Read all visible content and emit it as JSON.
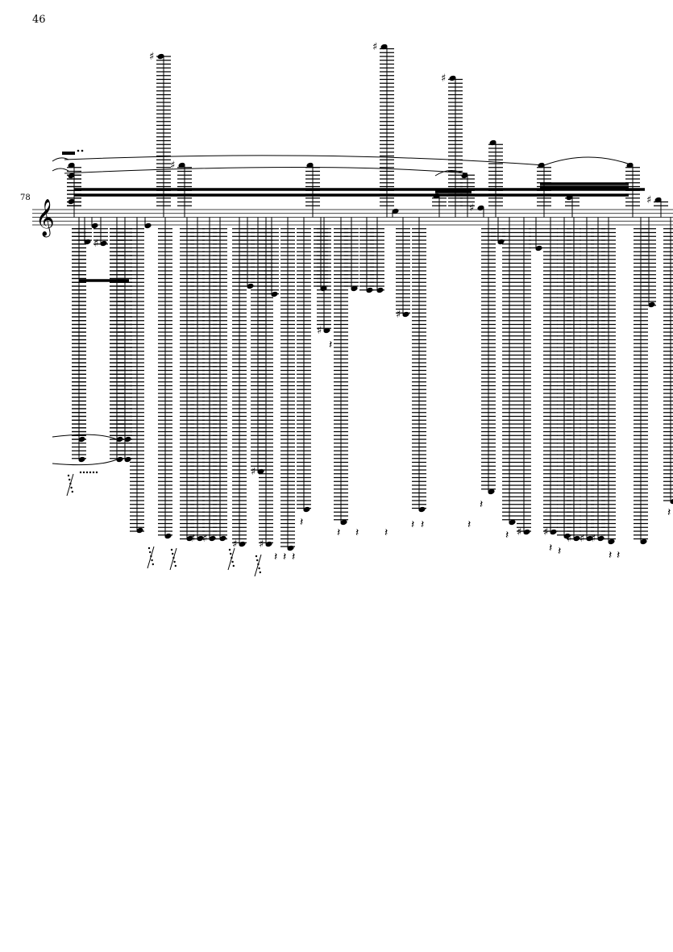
{
  "page": {
    "number": "46"
  },
  "system": {
    "measure_number": "78",
    "clef": "treble-clef"
  },
  "colors": {
    "ink": "#000000",
    "paper": "#ffffff"
  }
}
